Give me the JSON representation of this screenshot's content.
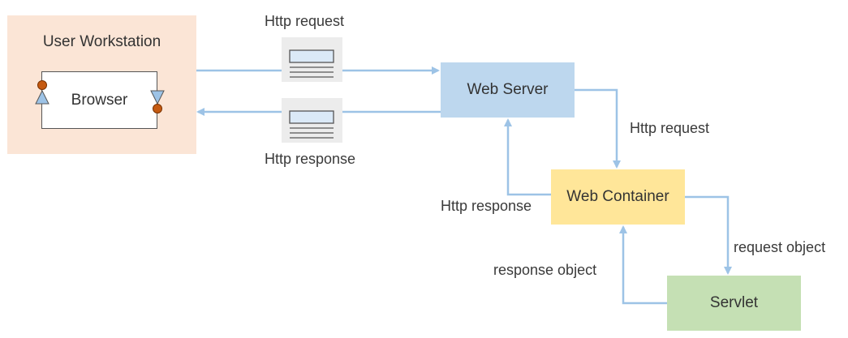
{
  "nodes": {
    "user_workstation": "User Workstation",
    "browser": "Browser",
    "web_server": "Web Server",
    "web_container": "Web Container",
    "servlet": "Servlet"
  },
  "labels": {
    "http_request_top": "Http request",
    "http_response_top": "Http response",
    "http_request_right": "Http request",
    "http_response_left": "Http response",
    "request_object": "request object",
    "response_object": "response object"
  },
  "colors": {
    "arrow": "#9dc3e6",
    "workstation": "#fbe5d6",
    "web_server": "#bdd7ee",
    "web_container": "#ffe699",
    "servlet": "#c5e0b4"
  }
}
